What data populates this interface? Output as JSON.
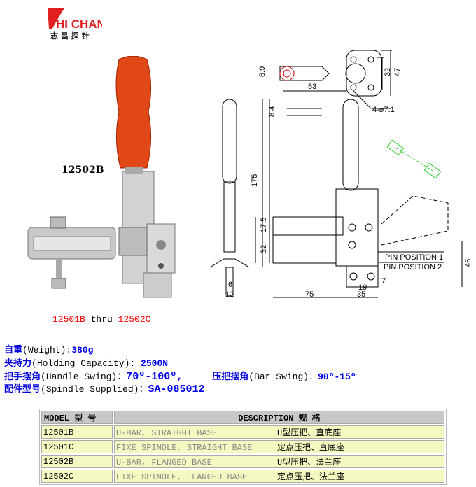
{
  "logo": {
    "brand": "ZHI CHANG",
    "subtitle": "志昌探针",
    "color": "#e02020"
  },
  "product_label": "12502B",
  "caption": {
    "from": "12501B",
    "thru": "thru",
    "to": "12502C"
  },
  "specs": {
    "weight": {
      "cn": "自重",
      "en": "(Weight):",
      "value": "380g"
    },
    "holding": {
      "cn": "夹持力",
      "en": "(Holding Capacity): ",
      "value": "2500N"
    },
    "handle_swing": {
      "cn": "把手摆角",
      "en": "(Handle Swing)：",
      "value": "70º-100º,"
    },
    "bar_swing": {
      "cn": "压把摆角",
      "en": "(Bar Swing)：",
      "value": "90º-15º"
    },
    "spindle": {
      "cn": "配件型号",
      "en": "(Spindle Supplied)：",
      "value": "SA-085012"
    }
  },
  "drawing": {
    "dims": [
      "8.9",
      "53",
      "32",
      "47",
      "4-ø7.1",
      "8.4",
      "175",
      "17.5",
      "32",
      "46",
      "6",
      "12",
      "75",
      "35",
      "19",
      "7"
    ],
    "pin1": "PIN  POSITION  1",
    "pin2": "PIN  POSITION  2"
  },
  "table": {
    "headers": [
      "MODEL  型 号",
      "DESCRIPTION    规  格"
    ],
    "rows": [
      {
        "model": "12501B",
        "en": "U-BAR, STRAIGHT BASE",
        "cn": "U型压把、直底座"
      },
      {
        "model": "12501C",
        "en": "FIXE SPINDLE, STRAIGHT BASE",
        "cn": "定点压把、直底座"
      },
      {
        "model": "12502B",
        "en": "U-BAR, FLANGED BASE",
        "cn": "U型压把、法兰座"
      },
      {
        "model": "12502C",
        "en": "FIXE SPINDLE, FLANGED BASE",
        "cn": "定点压把、法兰座"
      }
    ]
  }
}
